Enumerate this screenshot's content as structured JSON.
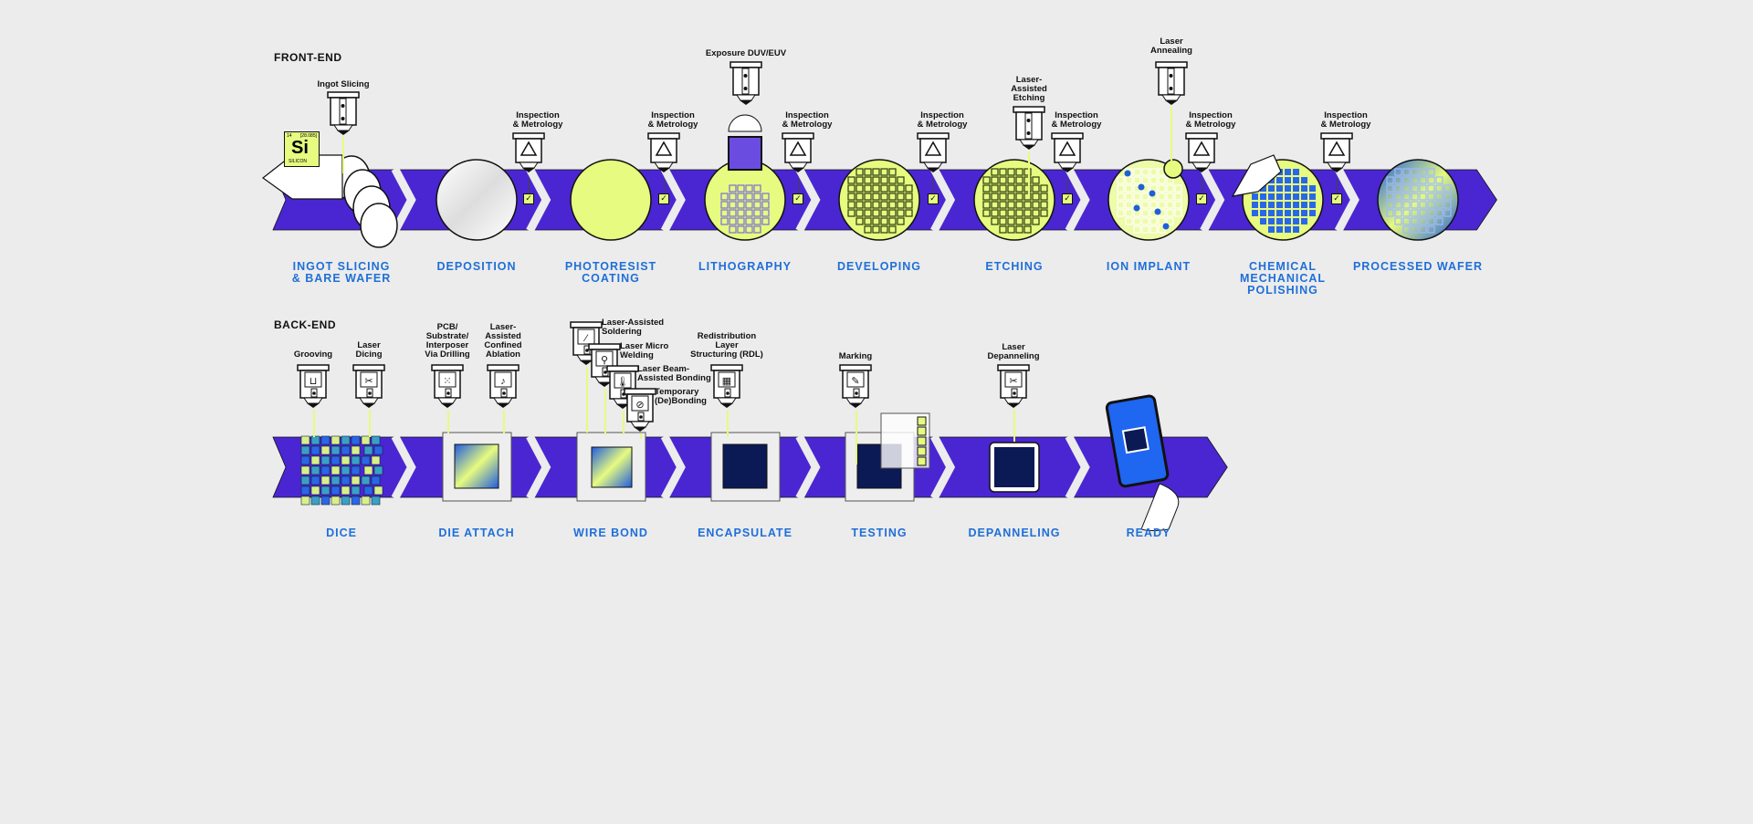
{
  "front_end": {
    "title": "FRONT-END",
    "steps": [
      "INGOT SLICING\n& BARE WAFER",
      "DEPOSITION",
      "PHOTORESIST\nCOATING",
      "LITHOGRAPHY",
      "DEVELOPING",
      "ETCHING",
      "ION IMPLANT",
      "CHEMICAL\nMECHANICAL\nPOLISHING",
      "PROCESSED WAFER"
    ],
    "tools": {
      "ingot_slicing": "Ingot Slicing",
      "inspection": "Inspection\n& Metrology",
      "exposure": "Exposure DUV/EUV",
      "laser_etching": "Laser-\nAssisted\nEtching",
      "laser_annealing": "Laser\nAnnealing"
    },
    "silicon": {
      "number": "14",
      "mass": "[28.085]",
      "symbol": "Si",
      "name": "SILICON"
    }
  },
  "back_end": {
    "title": "BACK-END",
    "steps": [
      "DICE",
      "DIE ATTACH",
      "WIRE BOND",
      "ENCAPSULATE",
      "TESTING",
      "DEPANNELING",
      "READY"
    ],
    "tools": {
      "grooving": "Grooving",
      "laser_dicing": "Laser\nDicing",
      "via_drilling": "PCB/\nSubstrate/\nInterposer\nVia Drilling",
      "confined_ablation": "Laser-\nAssisted\nConfined\nAblation",
      "soldering": "Laser-Assisted\nSoldering",
      "micro_welding": "Laser Micro\nWelding",
      "beam_bonding": "Laser Beam-\nAssisted Bonding",
      "debonding": "Temporary\n(De)Bonding",
      "rdl": "Redistribution\nLayer\nStructuring (RDL)",
      "marking": "Marking",
      "depanneling": "Laser\nDepanneling"
    }
  },
  "colors": {
    "band": "#4a26d2",
    "lime": "#e6fb7f",
    "label": "#1f6fd8",
    "chip": "#0b1a55"
  }
}
